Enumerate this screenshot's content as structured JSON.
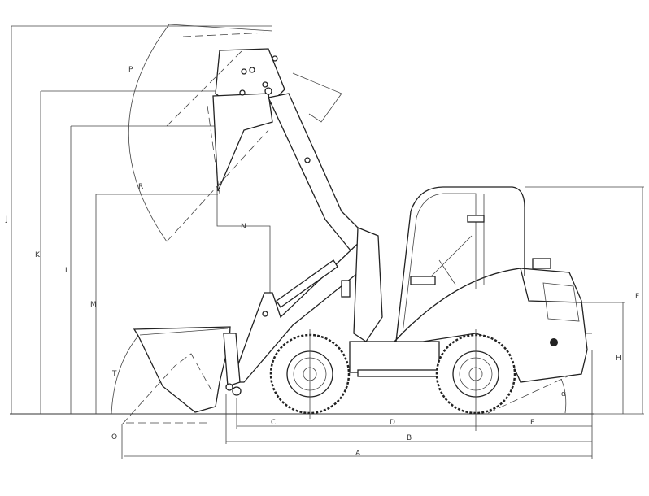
{
  "drawing": {
    "title": "Wheel loader side-view dimension drawing",
    "dimension_labels": {
      "A": "A",
      "B": "B",
      "C": "C",
      "D": "D",
      "E": "E",
      "F": "F",
      "H": "H",
      "J": "J",
      "K": "K",
      "L": "L",
      "M": "M",
      "N": "N",
      "O": "O",
      "P": "P",
      "R": "R",
      "T": "T",
      "alpha": "α"
    }
  }
}
